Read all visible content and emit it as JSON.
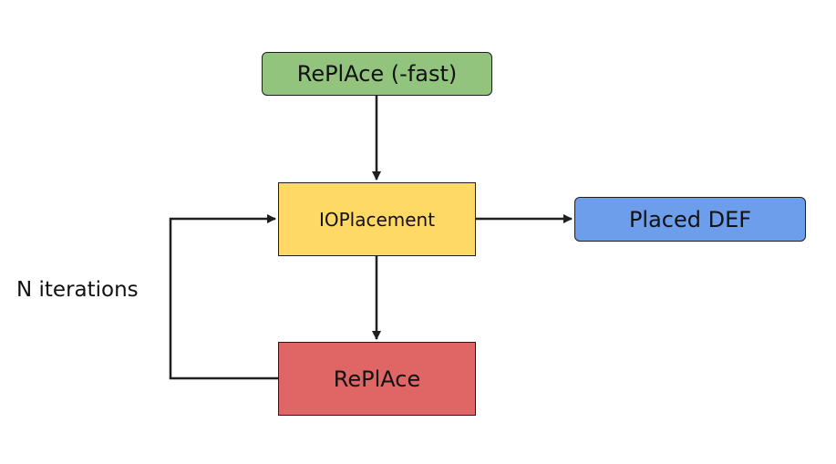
{
  "diagram": {
    "nodes": {
      "replace_fast": "RePlAce (-fast)",
      "ioplacement": "IOPlacement",
      "placed_def": "Placed DEF",
      "replace": "RePlAce"
    },
    "loop_label": "N iterations",
    "edges": [
      {
        "from": "replace_fast",
        "to": "ioplacement"
      },
      {
        "from": "ioplacement",
        "to": "placed_def"
      },
      {
        "from": "ioplacement",
        "to": "replace"
      },
      {
        "from": "replace",
        "to": "ioplacement",
        "label": "loop_label"
      }
    ],
    "colors": {
      "replace_fast": "#93c47d",
      "ioplacement": "#ffd966",
      "placed_def": "#6d9eeb",
      "replace": "#e06666",
      "stroke": "#1f1f1f"
    }
  }
}
